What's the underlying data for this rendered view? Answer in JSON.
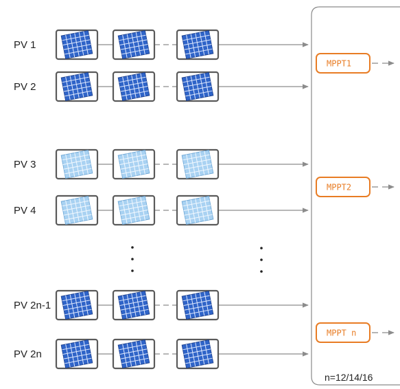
{
  "colors": {
    "panel_frame": "#5a5a5a",
    "panel_dark_bg": "#2f64c8",
    "panel_dark_grid": "#dfe9ff",
    "panel_light_bg": "#a9d2f2",
    "panel_light_grid": "#f3f9ff",
    "wire": "#8c8c8c",
    "mppt": "#e87c24",
    "box_border": "#8a8a8a"
  },
  "strings": [
    {
      "label": "PV 1",
      "style": "dark",
      "mppt": 0
    },
    {
      "label": "PV 2",
      "style": "dark",
      "mppt": 0
    },
    {
      "label": "PV 3",
      "style": "light",
      "mppt": 1
    },
    {
      "label": "PV 4",
      "style": "light",
      "mppt": 1
    },
    {
      "label": "PV 2n-1",
      "style": "dark",
      "mppt": 2
    },
    {
      "label": "PV 2n",
      "style": "dark",
      "mppt": 2
    }
  ],
  "mppts": [
    {
      "label": "MPPT1"
    },
    {
      "label": "MPPT2"
    },
    {
      "label": "MPPT n"
    }
  ],
  "footer": "n=12/14/16"
}
